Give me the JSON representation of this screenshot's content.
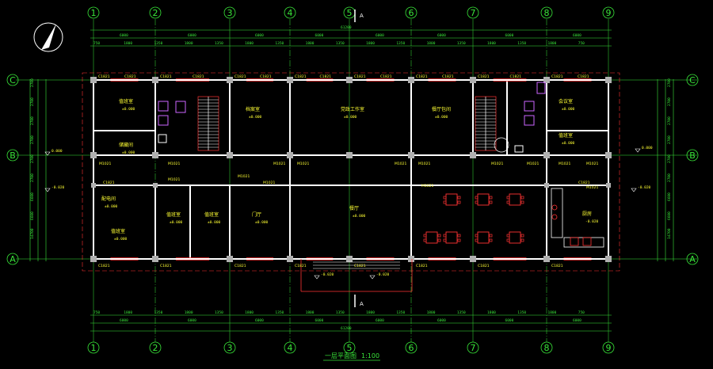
{
  "drawing": {
    "title": "一层平面图",
    "scale": "1:100",
    "colors": {
      "background": "#000000",
      "axis": "#39e639",
      "wall": "#ffffff",
      "column": "#b0b0b0",
      "text": "#ffff33",
      "dimension": "#39e639",
      "window": "#ff3333",
      "furniture": "#ff3333",
      "fixture": "#cc66ff",
      "grid_line": "#39e639"
    },
    "axes_vertical": [
      "1",
      "2",
      "3",
      "4",
      "5",
      "6",
      "7",
      "8",
      "9"
    ],
    "axes_horizontal": [
      "C",
      "B",
      "A"
    ],
    "section_marks": [
      "A",
      "A"
    ],
    "rooms": [
      {
        "name": "值班室",
        "level": "±0.000"
      },
      {
        "name": "档案室",
        "level": "±0.000"
      },
      {
        "name": "党政工作室",
        "level": "±0.000"
      },
      {
        "name": "餐厅包间",
        "level": "±0.000"
      },
      {
        "name": "会议室",
        "level": "±0.000"
      },
      {
        "name": "值班室",
        "level": "±0.000"
      },
      {
        "name": "配电间",
        "level": "±0.000"
      },
      {
        "name": "值班室",
        "level": "±0.000"
      },
      {
        "name": "值班室",
        "level": "±0.000"
      },
      {
        "name": "值班室",
        "level": "±0.000"
      },
      {
        "name": "门厅",
        "level": "±0.000"
      },
      {
        "name": "餐厅",
        "level": "±0.000"
      },
      {
        "name": "厨房",
        "level": "-0.020"
      },
      {
        "name": "储藏间",
        "level": "±0.000"
      }
    ],
    "door_tags": [
      "M1021",
      "M1021",
      "M1021",
      "M1021",
      "M1021",
      "M1021",
      "M1021",
      "M1021",
      "M1021",
      "M1021",
      "M1021",
      "M1021",
      "M1021",
      "M1021",
      "M1021"
    ],
    "window_tags": [
      "C1821",
      "C1821",
      "C1821",
      "C1821",
      "C1821",
      "C1821",
      "C1821",
      "C1821",
      "C1821",
      "C1821",
      "C1821",
      "C1821",
      "C1821",
      "C1821",
      "C1821",
      "C1821",
      "C1821",
      "C1821",
      "C1821",
      "C1821",
      "C1821",
      "C1821",
      "C1821",
      "C1821",
      "C1821",
      "C1821"
    ],
    "dims_top_total": "61200",
    "dims_top_bays": [
      "6000",
      "6000",
      "6000",
      "6000",
      "6000",
      "6000",
      "6000",
      "6000"
    ],
    "dims_top_sub": [
      "750",
      "1800",
      "1350",
      "1800",
      "1350",
      "1800",
      "1350",
      "1800",
      "1350",
      "1800",
      "1350",
      "1800",
      "1350",
      "1800",
      "1350",
      "1800",
      "750"
    ],
    "dims_side": [
      "2700",
      "2700",
      "2700",
      "2700",
      "2700",
      "2700",
      "6600",
      "6600",
      "14700"
    ],
    "callouts": [
      "0.000",
      "0.000",
      "-0.020",
      "-0.020",
      "-0.020",
      "-0.020"
    ]
  }
}
